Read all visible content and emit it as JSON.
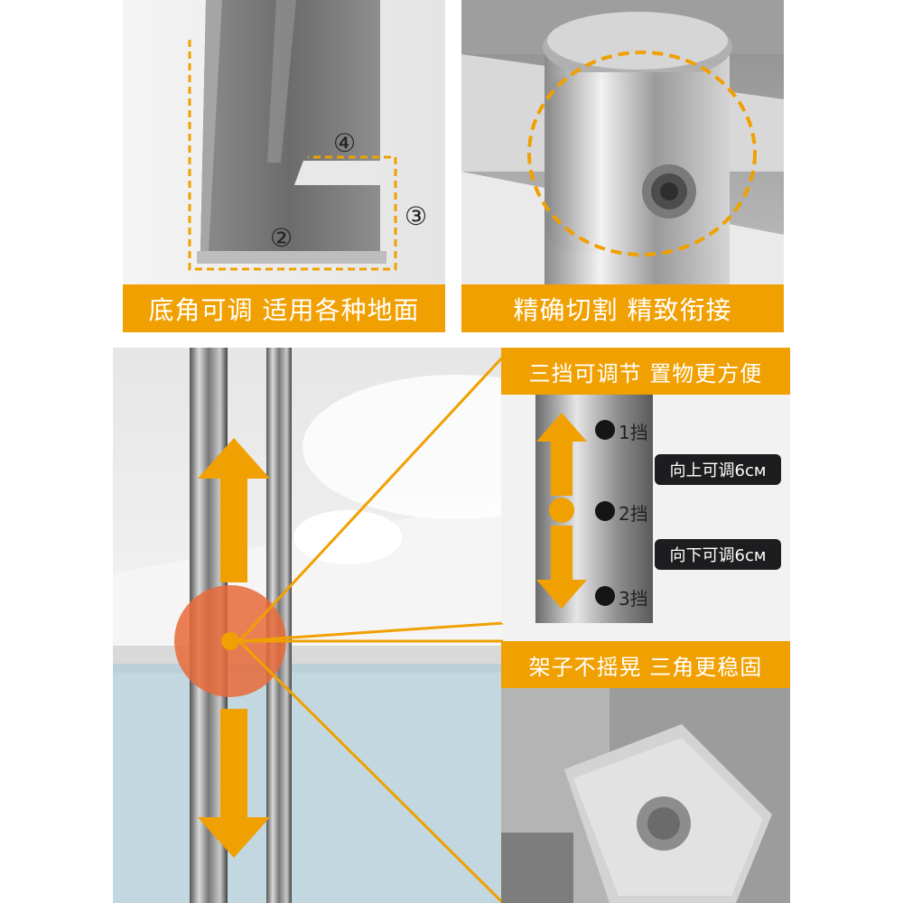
{
  "panels": {
    "base": {
      "caption": "底角可调  适用各种地面",
      "markers": [
        "②",
        "③",
        "④"
      ]
    },
    "cut": {
      "caption": "精确切割  精致衔接"
    },
    "adjust": {
      "caption": "三挡可调节  置物更方便",
      "gears": [
        "1挡",
        "2挡",
        "3挡"
      ],
      "up_note": "向上可调6cм",
      "down_note": "向下可调6cм"
    },
    "triangle": {
      "caption": "架子不摇晃  三角更稳固"
    }
  },
  "colors": {
    "accent": "#f0a000",
    "callout": "#e86a3a",
    "pill": "#1d1d1f"
  },
  "icons": [
    "double-arrow-icon",
    "gear-dot-icon",
    "callout-circle-icon"
  ]
}
